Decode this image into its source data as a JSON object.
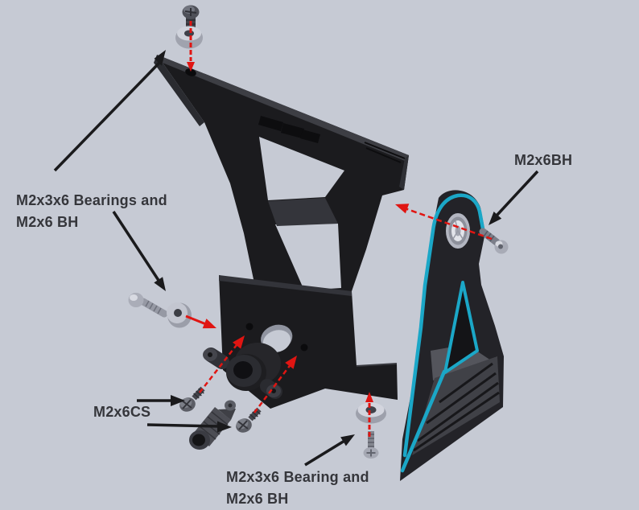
{
  "diagram": {
    "type": "exploded-assembly-instruction",
    "background_color": "#c6cad4",
    "colors": {
      "part_black": "#1b1b1e",
      "bracket_black": "#232328",
      "accent_teal": "#1ba7c7",
      "assembly_arrow_red": "#e01512",
      "callout_arrow_black": "#1a1a1c",
      "label_text": "#35363b",
      "hardware_silver": "#c7cad4"
    },
    "icons": {
      "frame_marking": "embossed-logo-marks"
    }
  },
  "labels": {
    "top_left": {
      "line1": "M2x3x6 Bearings and",
      "line2": "M2x6 BH"
    },
    "top_right": {
      "text": "M2x6BH"
    },
    "mid_left": {
      "text": "M2x6CS"
    },
    "bottom_center": {
      "line1": "M2x3x6 Bearing and",
      "line2": "M2x6 BH"
    }
  }
}
